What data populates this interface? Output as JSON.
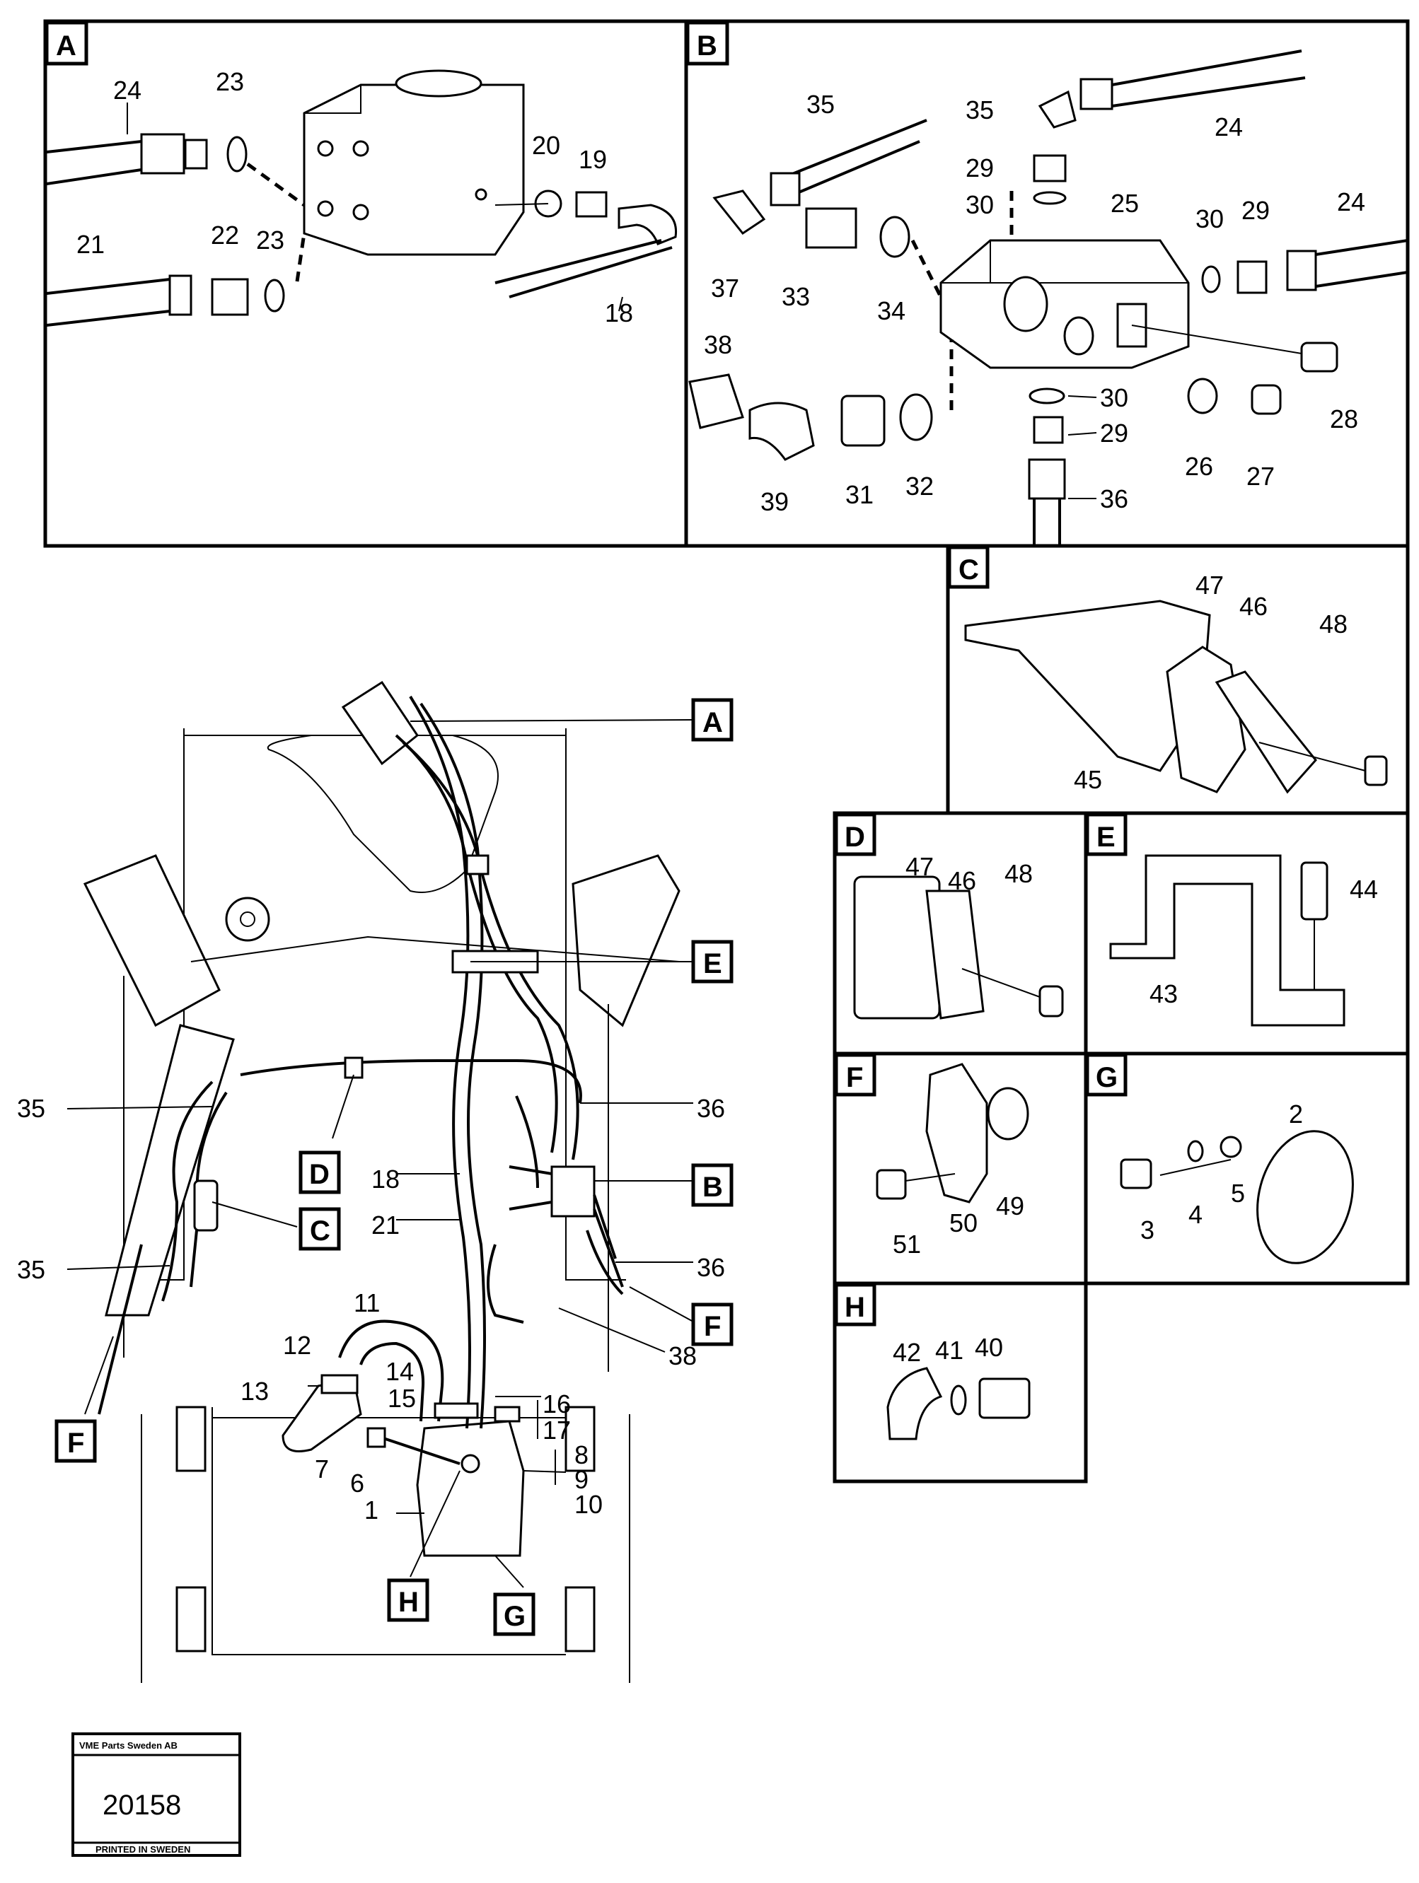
{
  "panels": {
    "A": "A",
    "B": "B",
    "C": "C",
    "D": "D",
    "E": "E",
    "F": "F",
    "G": "G",
    "H": "H"
  },
  "callouts": {
    "A": "A",
    "B": "B",
    "C": "C",
    "D": "D",
    "E": "E",
    "F": "F",
    "G": "G",
    "H": "H"
  },
  "labels": {
    "n1": "1",
    "n2": "2",
    "n3": "3",
    "n4": "4",
    "n5": "5",
    "n6": "6",
    "n7": "7",
    "n8": "8",
    "n9": "9",
    "n10": "10",
    "n11": "11",
    "n12": "12",
    "n13": "13",
    "n14": "14",
    "n15": "15",
    "n16": "16",
    "n17": "17",
    "n18": "18",
    "n19": "19",
    "n20": "20",
    "n21": "21",
    "n22": "22",
    "n23": "23",
    "n24": "24",
    "n25": "25",
    "n26": "26",
    "n27": "27",
    "n28": "28",
    "n29": "29",
    "n30": "30",
    "n31": "31",
    "n32": "32",
    "n33": "33",
    "n34": "34",
    "n35": "35",
    "n36": "36",
    "n37": "37",
    "n38": "38",
    "n39": "39",
    "n40": "40",
    "n41": "41",
    "n42": "42",
    "n43": "43",
    "n44": "44",
    "n45": "45",
    "n46": "46",
    "n47": "47",
    "n48": "48",
    "n49": "49",
    "n50": "50",
    "n51": "51"
  },
  "stamp": {
    "company": "VME Parts Sweden AB",
    "number": "20158",
    "printed": "PRINTED IN SWEDEN"
  }
}
